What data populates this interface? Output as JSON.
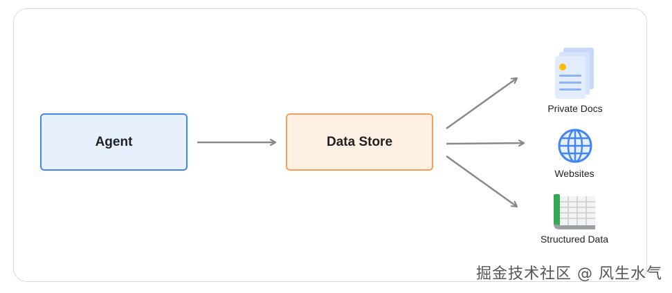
{
  "nodes": {
    "agent": "Agent",
    "data_store": "Data Store"
  },
  "targets": [
    {
      "label": "Private Docs",
      "icon": "documents-icon"
    },
    {
      "label": "Websites",
      "icon": "globe-icon"
    },
    {
      "label": "Structured Data",
      "icon": "table-icon"
    }
  ],
  "watermark": "掘金技术社区 @ 风生水气",
  "colors": {
    "agent_fill": "#e8f0fe",
    "agent_border": "#4285f4",
    "store_fill": "#fef0e3",
    "store_border": "#f5a05a",
    "arrow": "#888888",
    "globe": "#4285f4",
    "sheet_green": "#34a853"
  }
}
